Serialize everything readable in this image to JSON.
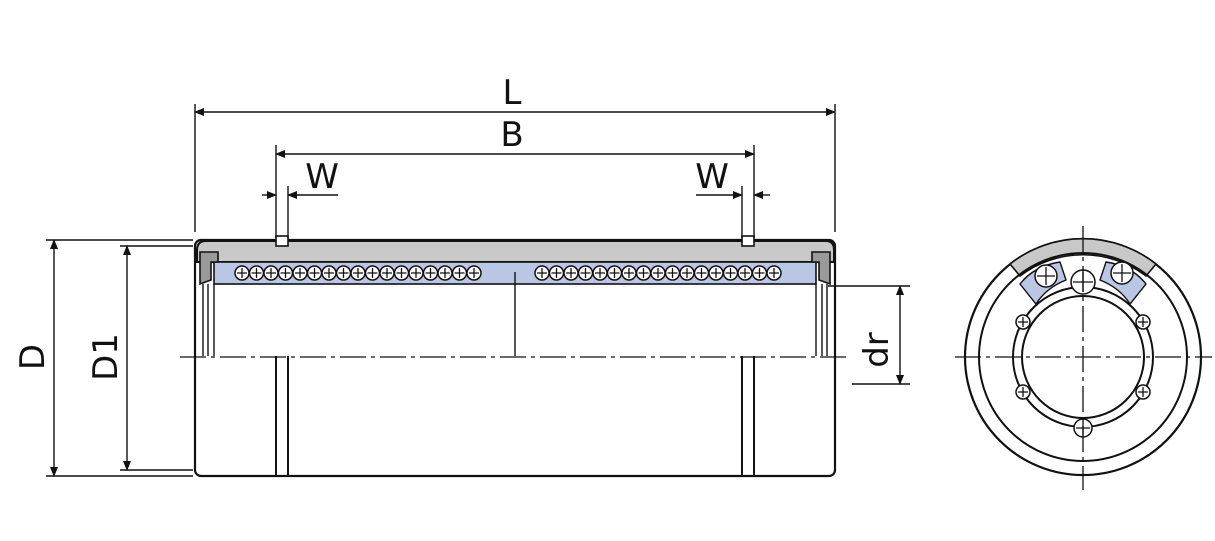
{
  "labels": {
    "L": "L",
    "B": "B",
    "W_left": "W",
    "W_right": "W",
    "D": "D",
    "D1": "D1",
    "dr": "dr"
  },
  "colors": {
    "housing": "#c8c8c8",
    "retainer": "#b9c6e4",
    "line": "#111111",
    "background": "#ffffff"
  }
}
